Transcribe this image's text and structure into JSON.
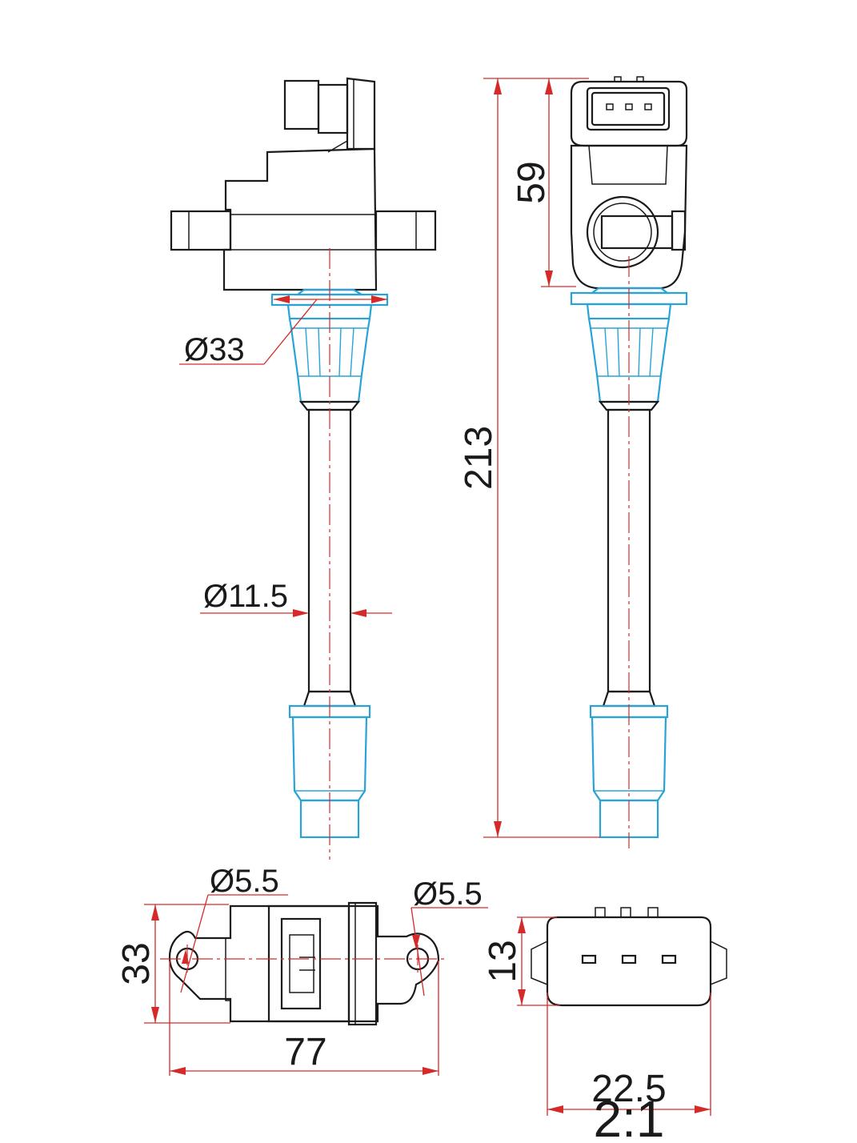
{
  "drawing": {
    "colors": {
      "outline": "#1a1a1a",
      "boot": "#29a3d6",
      "dimension": "#d42a2a"
    },
    "dimensions": {
      "total_length": "213",
      "coil_height": "59",
      "boot_diameter": "Ø33",
      "shaft_diameter": "Ø11.5",
      "hole_left": "Ø5.5",
      "hole_right": "Ø5.5",
      "flange_height": "33",
      "flange_length": "77",
      "connector_height": "13",
      "connector_width": "22.5"
    },
    "scale": "2:1"
  }
}
